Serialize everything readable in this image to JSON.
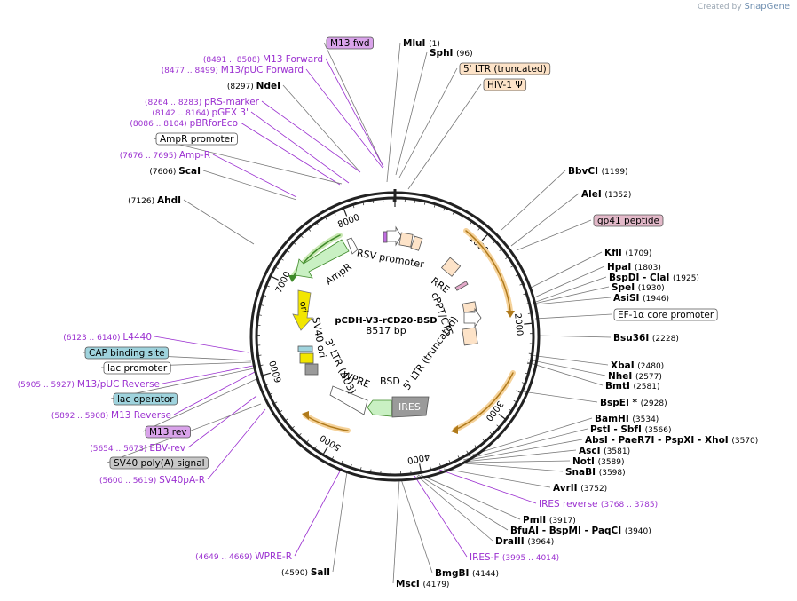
{
  "watermark": {
    "prefix": "Created by",
    "brand": "SnapGene"
  },
  "plasmid": {
    "name": "pCDH-V3-rCD20-BSD",
    "length": "8517 bp"
  },
  "ticks": [
    "1000",
    "2000",
    "3000",
    "4000",
    "5000",
    "6000",
    "7000",
    "8000"
  ],
  "labels": [
    {
      "id": "m13fwd",
      "kind": "box",
      "color": "#d9a3ea",
      "text": "M13 fwd"
    },
    {
      "id": "mlui",
      "kind": "site",
      "name": "MluI",
      "pos": "(1)"
    },
    {
      "id": "sphi",
      "kind": "site",
      "name": "SphI",
      "pos": "(96)"
    },
    {
      "id": "ltr5",
      "kind": "box",
      "color": "#fde3c8",
      "text": "5' LTR (truncated)"
    },
    {
      "id": "hiv",
      "kind": "box",
      "color": "#fde3c8",
      "text": "HIV-1 Ψ"
    },
    {
      "id": "m13f",
      "kind": "primer",
      "range": "(8491 .. 8508)",
      "text": "M13 Forward"
    },
    {
      "id": "m13puc",
      "kind": "primer",
      "range": "(8477 .. 8499)",
      "text": "M13/pUC Forward"
    },
    {
      "id": "ndei",
      "kind": "site",
      "name": "NdeI",
      "pos": "(8297)"
    },
    {
      "id": "prs",
      "kind": "primer",
      "range": "(8264 .. 8283)",
      "text": "pRS-marker"
    },
    {
      "id": "pgex",
      "kind": "primer",
      "range": "(8142 .. 8164)",
      "text": "pGEX 3'"
    },
    {
      "id": "pbr",
      "kind": "primer",
      "range": "(8086 .. 8104)",
      "text": "pBRforEco"
    },
    {
      "id": "ampprom",
      "kind": "box",
      "color": "#ffffff",
      "text": "AmpR promoter"
    },
    {
      "id": "ampr",
      "kind": "primer",
      "range": "(7676 .. 7695)",
      "text": "Amp-R"
    },
    {
      "id": "scai",
      "kind": "site",
      "name": "ScaI",
      "pos": "(7606)"
    },
    {
      "id": "ahdi",
      "kind": "site",
      "name": "AhdI",
      "pos": "(7126)"
    },
    {
      "id": "bbvci",
      "kind": "site",
      "name": "BbvCI",
      "pos": "(1199)"
    },
    {
      "id": "alei",
      "kind": "site",
      "name": "AleI",
      "pos": "(1352)"
    },
    {
      "id": "gp41",
      "kind": "box",
      "color": "#e3b9c9",
      "text": "gp41 peptide"
    },
    {
      "id": "kfli",
      "kind": "site",
      "name": "KflI",
      "pos": "(1709)"
    },
    {
      "id": "hpai",
      "kind": "site",
      "name": "HpaI",
      "pos": "(1803)"
    },
    {
      "id": "bspdi",
      "kind": "site",
      "name": "BspDI  - ClaI",
      "pos": "(1925)"
    },
    {
      "id": "spei",
      "kind": "site",
      "name": "SpeI",
      "pos": "(1930)"
    },
    {
      "id": "asisi",
      "kind": "site",
      "name": "AsiSI",
      "pos": "(1946)"
    },
    {
      "id": "ef1a",
      "kind": "box",
      "color": "#ffffff",
      "text": "EF-1α core promoter"
    },
    {
      "id": "bsu36i",
      "kind": "site",
      "name": "Bsu36I",
      "pos": "(2228)"
    },
    {
      "id": "xbai",
      "kind": "site",
      "name": "XbaI",
      "pos": "(2480)"
    },
    {
      "id": "nhei",
      "kind": "site",
      "name": "NheI",
      "pos": "(2577)"
    },
    {
      "id": "bmti",
      "kind": "site",
      "name": "BmtI",
      "pos": "(2581)"
    },
    {
      "id": "bspei",
      "kind": "site",
      "name": "BspEI *",
      "pos": "(2928)"
    },
    {
      "id": "bamhi",
      "kind": "site",
      "name": "BamHI",
      "pos": "(3534)"
    },
    {
      "id": "psti",
      "kind": "site",
      "name": "PstI  - SbfI",
      "pos": "(3566)"
    },
    {
      "id": "absi",
      "kind": "site",
      "name": "AbsI  - PaeR7I  - PspXI  - XhoI",
      "pos": "(3570)"
    },
    {
      "id": "asci",
      "kind": "site",
      "name": "AscI",
      "pos": "(3581)"
    },
    {
      "id": "noti",
      "kind": "site",
      "name": "NotI",
      "pos": "(3589)"
    },
    {
      "id": "snabi",
      "kind": "site",
      "name": "SnaBI",
      "pos": "(3598)"
    },
    {
      "id": "avrii",
      "kind": "site",
      "name": "AvrII",
      "pos": "(3752)"
    },
    {
      "id": "iresrev",
      "kind": "primer",
      "range": "(3768 .. 3785)",
      "text": "IRES reverse",
      "rangeAfter": true
    },
    {
      "id": "pmli",
      "kind": "site",
      "name": "PmlI",
      "pos": "(3917)"
    },
    {
      "id": "bfuai",
      "kind": "site",
      "name": "BfuAI  - BspMI  - PaqCI",
      "pos": "(3940)"
    },
    {
      "id": "draiii",
      "kind": "site",
      "name": "DraIII",
      "pos": "(3964)"
    },
    {
      "id": "iresf",
      "kind": "primer",
      "range": "(3995 .. 4014)",
      "text": "IRES-F",
      "rangeAfter": true
    },
    {
      "id": "bmgbi",
      "kind": "site",
      "name": "BmgBI",
      "pos": "(4144)"
    },
    {
      "id": "msci",
      "kind": "site",
      "name": "MscI",
      "pos": "(4179)"
    },
    {
      "id": "sali",
      "kind": "site",
      "name": "SalI",
      "pos": "(4590)"
    },
    {
      "id": "wprer",
      "kind": "primer",
      "range": "(4649 .. 4669)",
      "text": "WPRE-R"
    },
    {
      "id": "l4440",
      "kind": "primer",
      "range": "(6123 .. 6140)",
      "text": "L4440"
    },
    {
      "id": "cap",
      "kind": "box",
      "color": "#9fd3dd",
      "text": "CAP binding site"
    },
    {
      "id": "lacprom",
      "kind": "box",
      "color": "#ffffff",
      "text": "lac promoter"
    },
    {
      "id": "m13pucrev",
      "kind": "primer",
      "range": "(5905 .. 5927)",
      "text": "M13/pUC Reverse"
    },
    {
      "id": "lacop",
      "kind": "box",
      "color": "#9fd3dd",
      "text": "lac operator"
    },
    {
      "id": "m13rev",
      "kind": "primer",
      "range": "(5892 .. 5908)",
      "text": "M13 Reverse"
    },
    {
      "id": "m13revbox",
      "kind": "box",
      "color": "#d9a3ea",
      "text": "M13 rev"
    },
    {
      "id": "ebv",
      "kind": "primer",
      "range": "(5654 .. 5673)",
      "text": "EBV-rev"
    },
    {
      "id": "sv40pa",
      "kind": "box",
      "color": "#c8c8c8",
      "text": "SV40 poly(A) signal"
    },
    {
      "id": "sv40par",
      "kind": "primer",
      "range": "(5600 .. 5619)",
      "text": "SV40pA-R"
    }
  ],
  "features": [
    {
      "id": "rsv",
      "text": "RSV promoter"
    },
    {
      "id": "rre",
      "text": "RRE"
    },
    {
      "id": "cppt",
      "text": "cPPT/CTS"
    },
    {
      "id": "ltr5in",
      "text": "5' LTR (truncated)"
    },
    {
      "id": "bsd",
      "text": "BSD"
    },
    {
      "id": "ires",
      "text": "IRES"
    },
    {
      "id": "wpre",
      "text": "WPRE"
    },
    {
      "id": "ltr3",
      "text": "3' LTR (ΔU3)"
    },
    {
      "id": "sv40ori",
      "text": "SV40 ori"
    },
    {
      "id": "ori",
      "text": "ori"
    },
    {
      "id": "amprf",
      "text": "AmpR"
    }
  ],
  "colors": {
    "site": "#000000",
    "primer": "#9b30d0",
    "backbone": "#222222",
    "orange": "#e8a23a",
    "green": "#6aa84f",
    "ori": "#f2e600"
  }
}
